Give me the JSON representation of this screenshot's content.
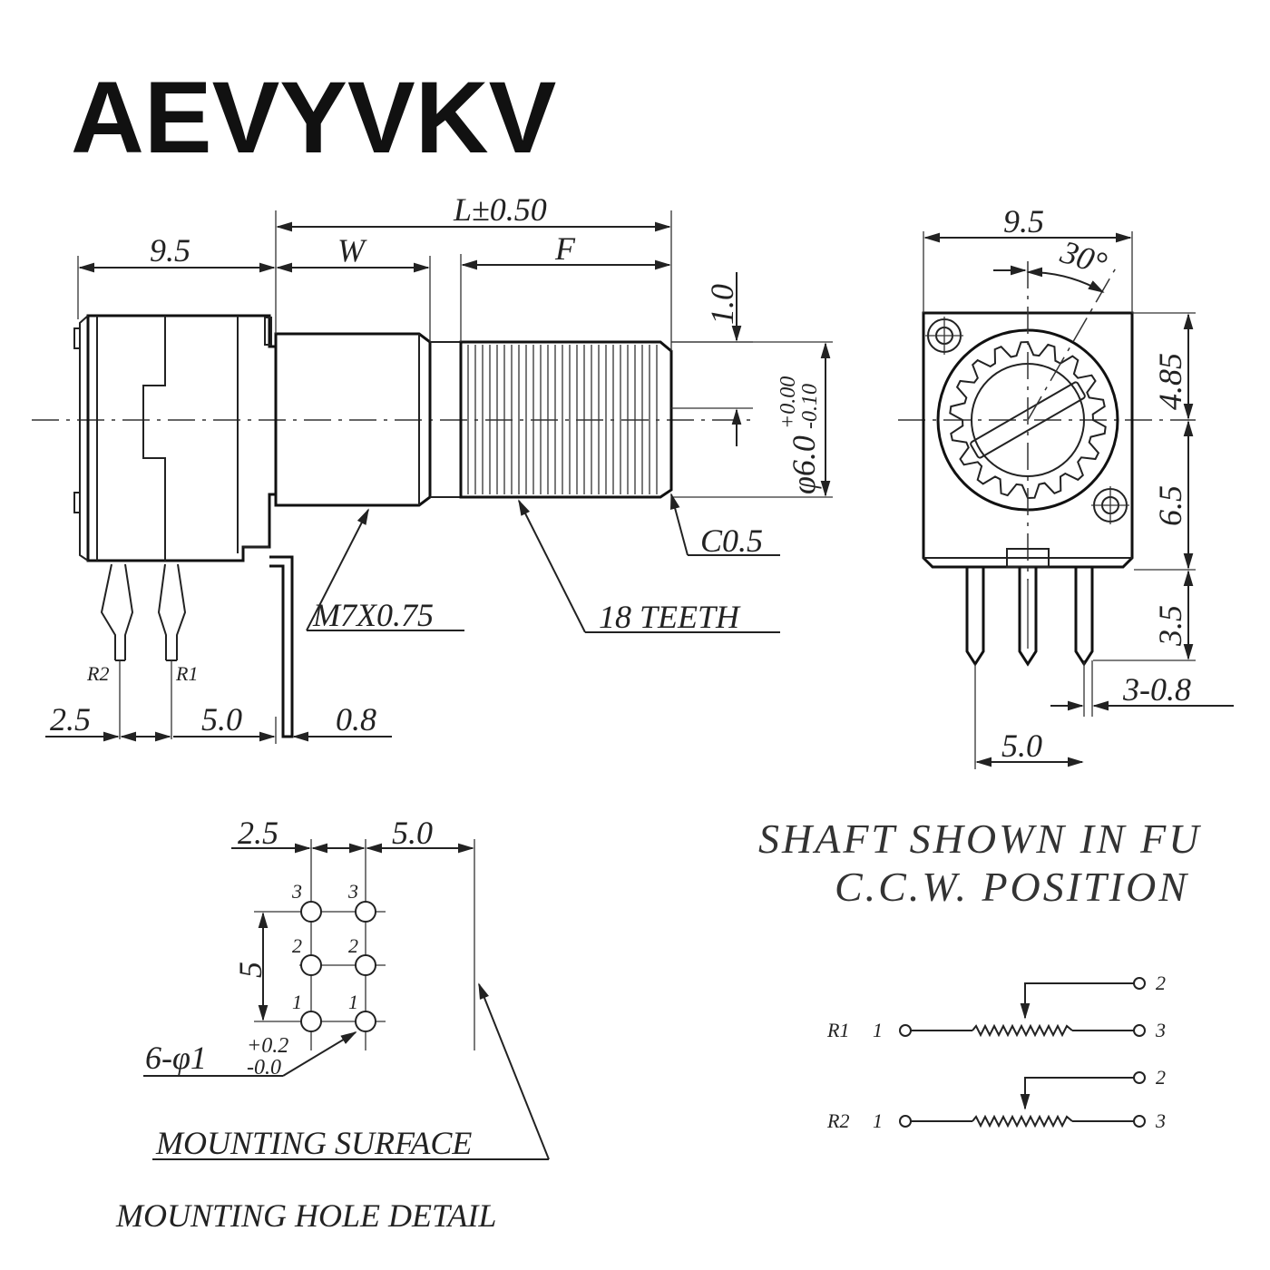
{
  "brand": "AEVYVKV",
  "side_view": {
    "dim_length": "L±0.50",
    "dim_body_width": "9.5",
    "dim_w": "W",
    "dim_f": "F",
    "dim_top_offset": "1.0",
    "dim_shaft_dia": "φ6.0",
    "dim_shaft_tol_upper": "+0.00",
    "dim_shaft_tol_lower": "-0.10",
    "chamfer": "C0.5",
    "thread": "M7X0.75",
    "teeth": "18 TEETH",
    "pin_label_r2": "R2",
    "pin_label_r1": "R1",
    "dim_pin_offset": "2.5",
    "dim_pin_pitch": "5.0",
    "dim_tab": "0.8"
  },
  "front_view": {
    "dim_width": "9.5",
    "dim_angle": "30°",
    "dim_upper": "4.85",
    "dim_lower": "6.5",
    "dim_pin_len": "3.5",
    "dim_pin_size": "3-0.8",
    "dim_pin_spacing": "5.0"
  },
  "hole_detail": {
    "dim_col_offset": "2.5",
    "dim_col_to_surface": "5.0",
    "dim_row_span": "5",
    "hole_numbers": [
      "3",
      "3",
      "2",
      "2",
      "1",
      "1"
    ],
    "hole_spec": "6-φ1",
    "hole_tol_upper": "+0.2",
    "hole_tol_lower": "-0.0",
    "surface_label": "MOUNTING SURFACE",
    "title": "MOUNTING HOLE DETAIL"
  },
  "note": {
    "line1": "SHAFT SHOWN IN FU",
    "line2": "C.C.W. POSITION"
  },
  "schematic": {
    "r1_label": "R1",
    "r2_label": "R2",
    "pin_1": "1",
    "pin_2": "2",
    "pin_3": "3"
  }
}
